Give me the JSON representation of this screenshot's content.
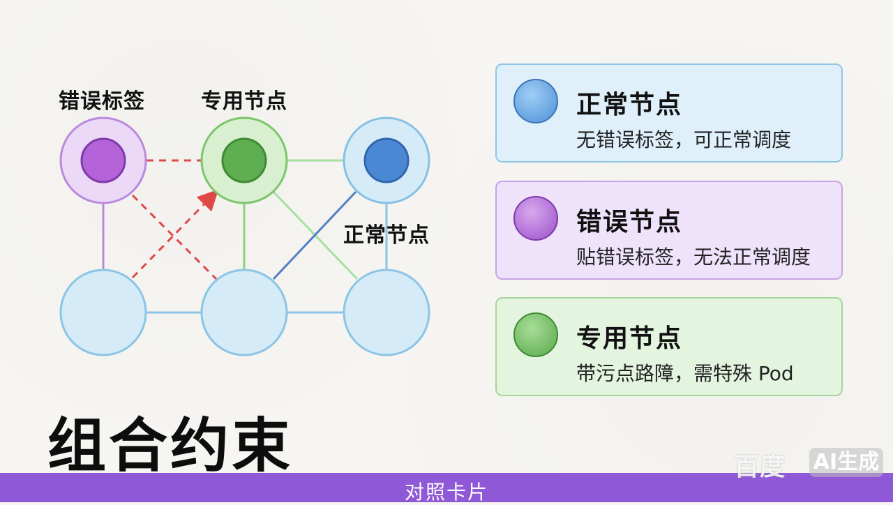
{
  "diagram": {
    "labels": {
      "error_label": "错误标签",
      "dedicated_node": "专用节点",
      "normal_node": "正常节点"
    },
    "title": "组合约束"
  },
  "legend": [
    {
      "title": "正常节点",
      "desc": "无错误标签，可正常调度",
      "color": "#4d8fd6"
    },
    {
      "title": "错误节点",
      "desc": "贴错误标签，无法正常调度",
      "color": "#9b4fc9"
    },
    {
      "title": "专用节点",
      "desc": "带污点路障，需特殊 Pod",
      "color": "#57a94a"
    }
  ],
  "footer": {
    "text": "对照卡片"
  },
  "watermark": {
    "brand": "百度",
    "badge": "AI生成"
  },
  "colors": {
    "purple": "#9b4fc9",
    "green": "#57a94a",
    "blue": "#4d8fd6",
    "light_blue": "#cfe8f7",
    "dashed_red": "#e04848",
    "footer_bg": "#8e58d6"
  }
}
